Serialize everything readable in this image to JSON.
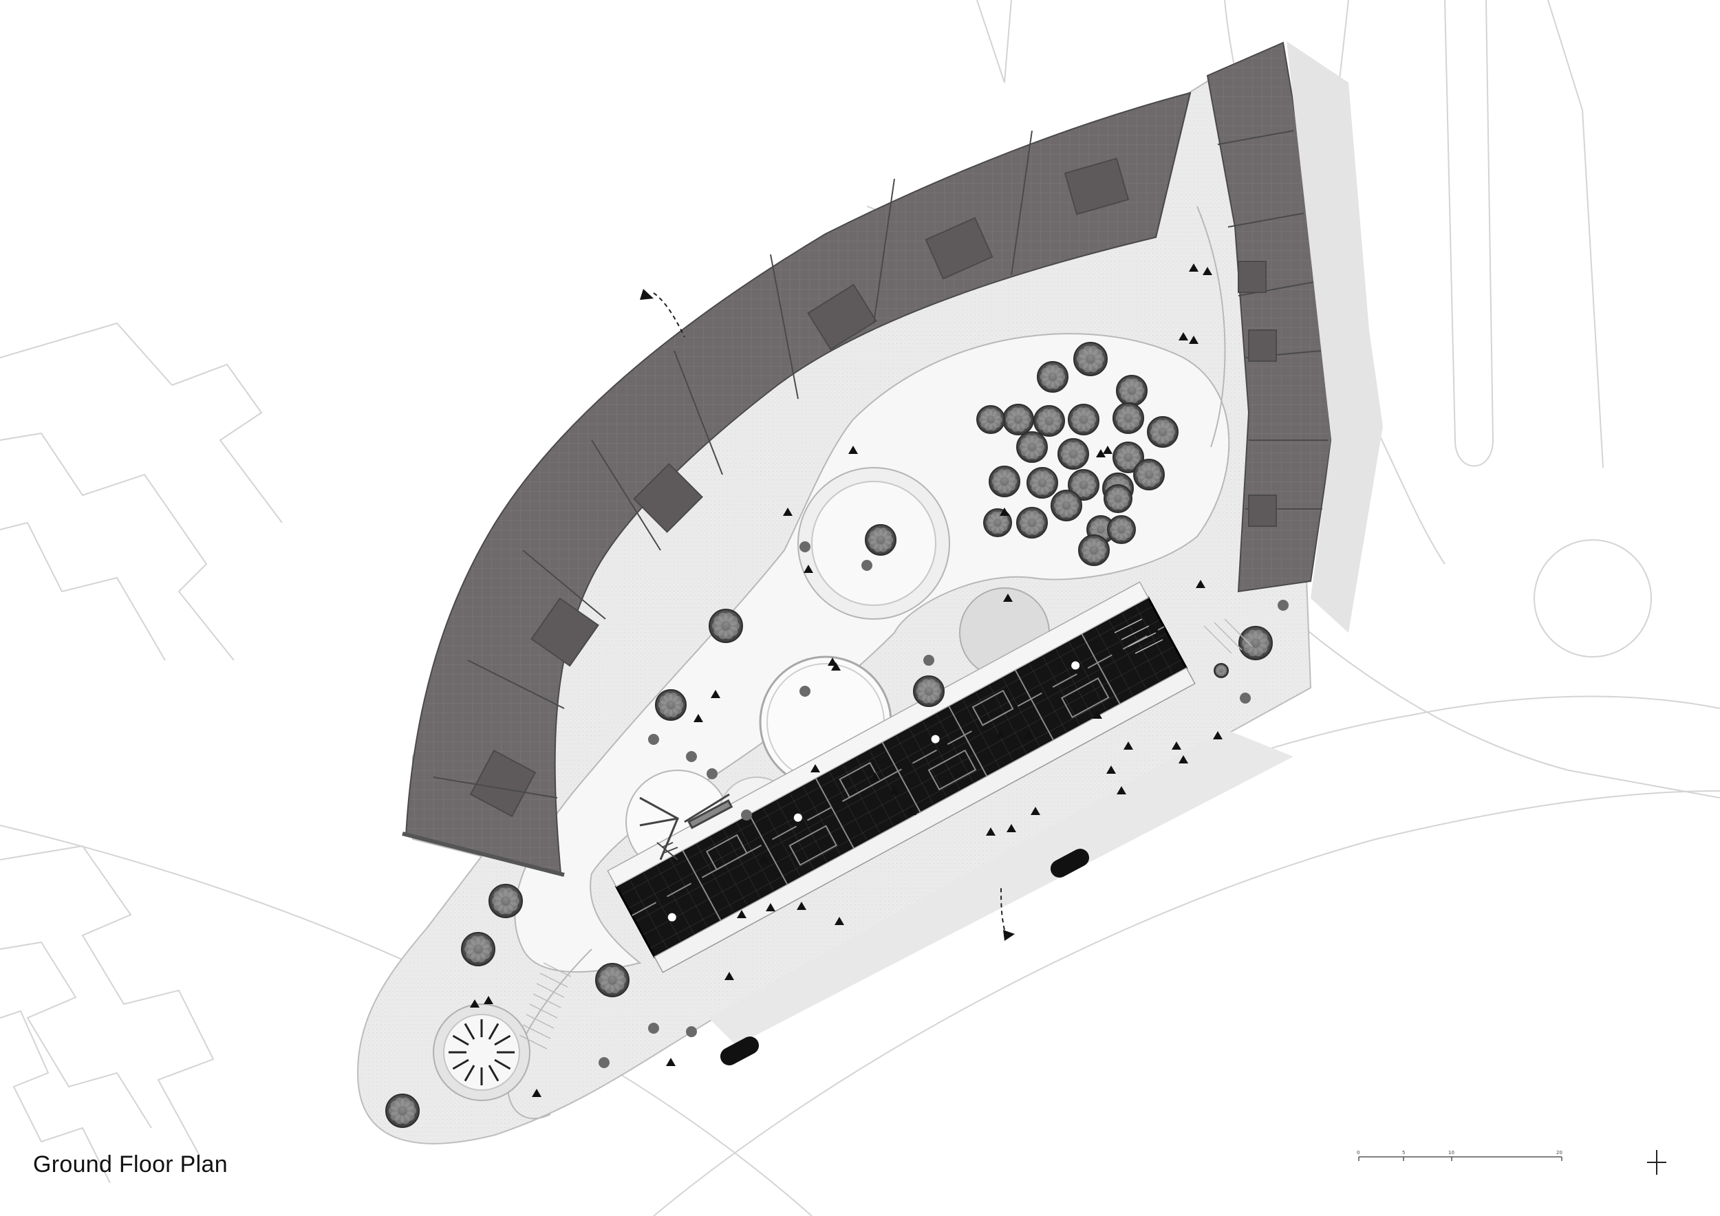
{
  "drawing": {
    "title": "Ground Floor Plan",
    "scale_bar": {
      "ticks": [
        "0",
        "5",
        "10",
        "20"
      ]
    }
  },
  "colors": {
    "paper": "#ffffff",
    "site_paving": "#ececec",
    "path": "#f6f6f6",
    "roof": "#6e6a6c",
    "ground_floor": "#141414",
    "tree": "#5a5a5a",
    "context_line": "#d2d2d2"
  },
  "icons": [
    "north-arrow-icon",
    "section-marker-icon",
    "tree-icon",
    "car-icon",
    "person-icon"
  ]
}
